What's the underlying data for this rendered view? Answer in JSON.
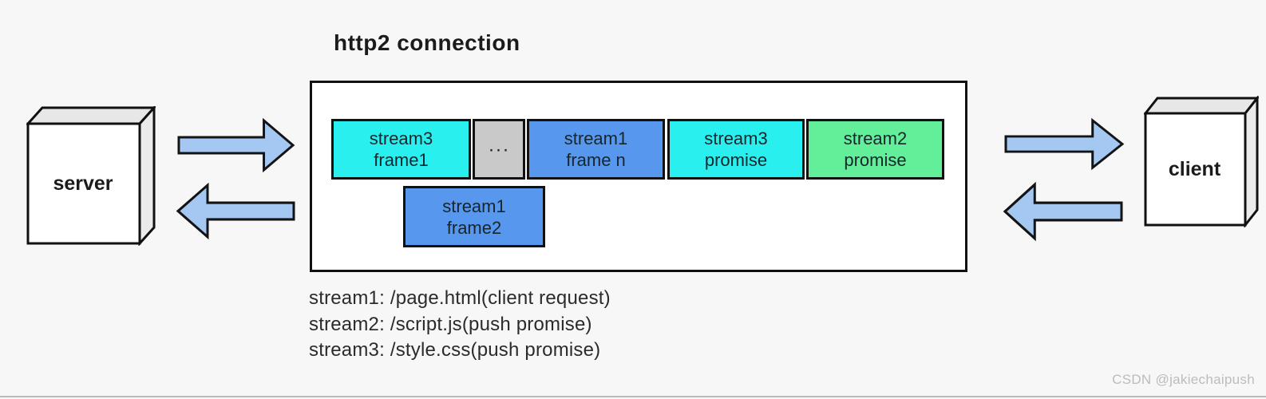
{
  "title": "http2 connection",
  "server": {
    "label": "server"
  },
  "client": {
    "label": "client"
  },
  "connection": {
    "frames": [
      {
        "line1": "stream3",
        "line2": "frame1",
        "fill": "#29efee"
      },
      {
        "line1": "···",
        "line2": "",
        "fill": "#c9c9c9"
      },
      {
        "line1": "stream1",
        "line2": "frame n",
        "fill": "#5797ee"
      },
      {
        "line1": "stream3",
        "line2": "promise",
        "fill": "#29efee"
      },
      {
        "line1": "stream2",
        "line2": "promise",
        "fill": "#63ee9a"
      }
    ],
    "pushed_frame": {
      "line1": "stream1",
      "line2": "frame2",
      "fill": "#5797ee"
    }
  },
  "legend": {
    "lines": [
      "stream1: /page.html(client request)",
      "stream2: /script.js(push promise)",
      "stream3: /style.css(push promise)"
    ]
  },
  "watermark": "CSDN @jakiechaipush",
  "colors": {
    "frame_text": "#17262c",
    "arrow_fill": "#a5c8f3",
    "arrow_stroke": "#141414",
    "cube_front": "#ffffff",
    "cube_top": "#e7e7e7",
    "cube_side": "#ebebeb"
  }
}
